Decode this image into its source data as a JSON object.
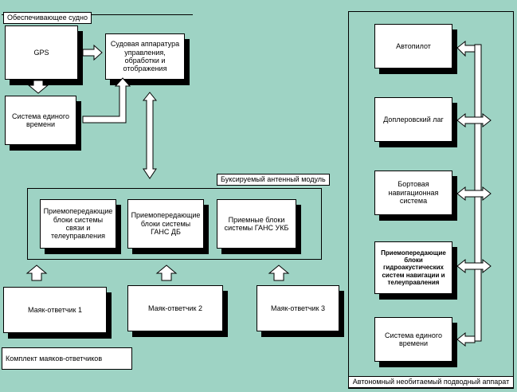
{
  "supply_vessel": {
    "title": "Обеспечивающее судно",
    "gps": "GPS",
    "time_system": "Система единого времени",
    "control_unit": "Судовая аппаратура управления, обработки и отображения"
  },
  "antenna_module": {
    "title": "Буксируемый антенный модуль",
    "block_comm": "Приемопередающие блоки системы связи и телеуправления",
    "block_db": "Приемопередающие блоки системы ГАНС ДБ",
    "block_ukb": "Приемные блоки системы ГАНС УКБ"
  },
  "beacons": {
    "b1": "Маяк-ответчик 1",
    "b2": "Маяк-ответчик 2",
    "b3": "Маяк-ответчик 3",
    "kit_label": "Комплект маяков-ответчиков"
  },
  "auv": {
    "autopilot": "Автопилот",
    "doppler": "Доплеровский лаг",
    "nav_system": "Бортовая навигационная система",
    "hydro_blocks": "Приемопередающие блоки гидроакустических систем навигации и телеуправления",
    "time_system": "Система единого времени",
    "title": "Автономный необитаемый подводный аппарат"
  },
  "colors": {
    "background": "#9ed3c4",
    "box": "#ffffff",
    "shadow": "#000000",
    "arrow_fill": "#ffffff"
  }
}
